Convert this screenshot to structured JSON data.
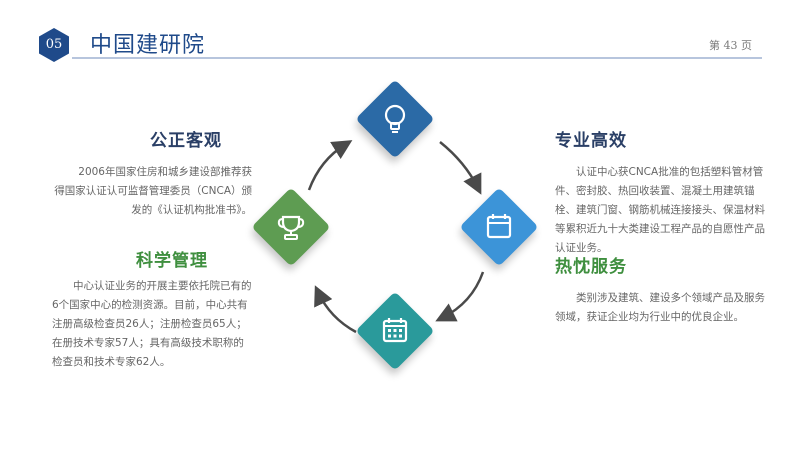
{
  "header": {
    "section_number": "05",
    "brand": "中国建研院",
    "page": "第 43 页"
  },
  "blocks": [
    {
      "title": "公正客观",
      "body": "2006年国家住房和城乡建设部推荐获得国家认证认可监督管理委员（CNCA）颁发的《认证机构批准书》。"
    },
    {
      "title": "科学管理",
      "body": "中心认证业务的开展主要依托院已有的6个国家中心的检测资源。目前，中心共有注册高级检查员26人；注册检查员65人；在册技术专家57人；具有高级技术职称的检查员和技术专家62人。"
    },
    {
      "title": "专业高效",
      "body": "认证中心获CNCA批准的包括塑料管材管件、密封胶、热回收装置、混凝土用建筑锚栓、建筑门窗、钢筋机械连接接头、保温材料等累积近九十大类建设工程产品的自愿性产品认证业务。"
    },
    {
      "title": "热忱服务",
      "body": "类别涉及建筑、建设多个领域产品及服务领域，获证企业均为行业中的优良企业。"
    }
  ],
  "diagram": {
    "nodes": [
      {
        "position": "top",
        "icon": "lightbulb-icon",
        "color": "#2b6aa6"
      },
      {
        "position": "right",
        "icon": "calendar-icon",
        "color": "#3c94d8"
      },
      {
        "position": "bottom",
        "icon": "calendar-grid-icon",
        "color": "#2a9a9b"
      },
      {
        "position": "left",
        "icon": "trophy-icon",
        "color": "#5e9c52"
      }
    ],
    "arrow_direction": "clockwise"
  },
  "colors": {
    "brand_blue": "#1f4a8a",
    "title_dark": "#2a3f66",
    "title_green": "#3f8f3f",
    "header_line": "#b7c5dd"
  }
}
